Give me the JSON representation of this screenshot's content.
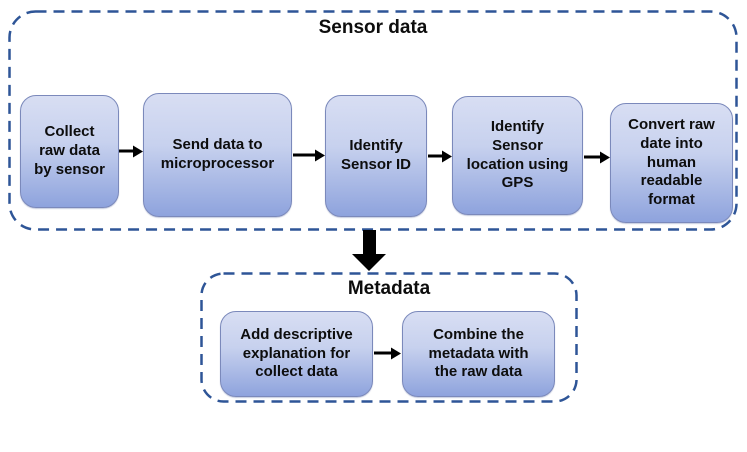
{
  "page": {
    "background": "#ffffff"
  },
  "colors": {
    "group_border": "#2e5597",
    "box_border": "#7b89bb",
    "box_gradient_top": "#d8def3",
    "box_gradient_bottom": "#8ea3dd",
    "arrow": "#000000",
    "text": "#0d0d0d"
  },
  "sensor_section": {
    "title": "Sensor data",
    "boxes": [
      {
        "id": "collect-raw-data",
        "label": "Collect\nraw data\nby sensor"
      },
      {
        "id": "send-to-microprocessor",
        "label": "Send data to\nmicroprocessor"
      },
      {
        "id": "identify-sensor-id",
        "label": "Identify\nSensor ID"
      },
      {
        "id": "identify-location-gps",
        "label": "Identify\nSensor\nlocation using\nGPS"
      },
      {
        "id": "convert-readable",
        "label": "Convert raw\ndate into\nhuman\nreadable\nformat"
      }
    ]
  },
  "metadata_section": {
    "title": "Metadata",
    "boxes": [
      {
        "id": "add-descriptive-explanation",
        "label": "Add descriptive\nexplanation for\ncollect data"
      },
      {
        "id": "combine-metadata",
        "label": "Combine the\nmetadata with\nthe raw data"
      }
    ]
  },
  "edges": [
    {
      "from": "collect-raw-data",
      "to": "send-to-microprocessor"
    },
    {
      "from": "send-to-microprocessor",
      "to": "identify-sensor-id"
    },
    {
      "from": "identify-sensor-id",
      "to": "identify-location-gps"
    },
    {
      "from": "identify-location-gps",
      "to": "convert-readable"
    },
    {
      "from": "sensor-section",
      "to": "metadata-section"
    },
    {
      "from": "add-descriptive-explanation",
      "to": "combine-metadata"
    }
  ]
}
